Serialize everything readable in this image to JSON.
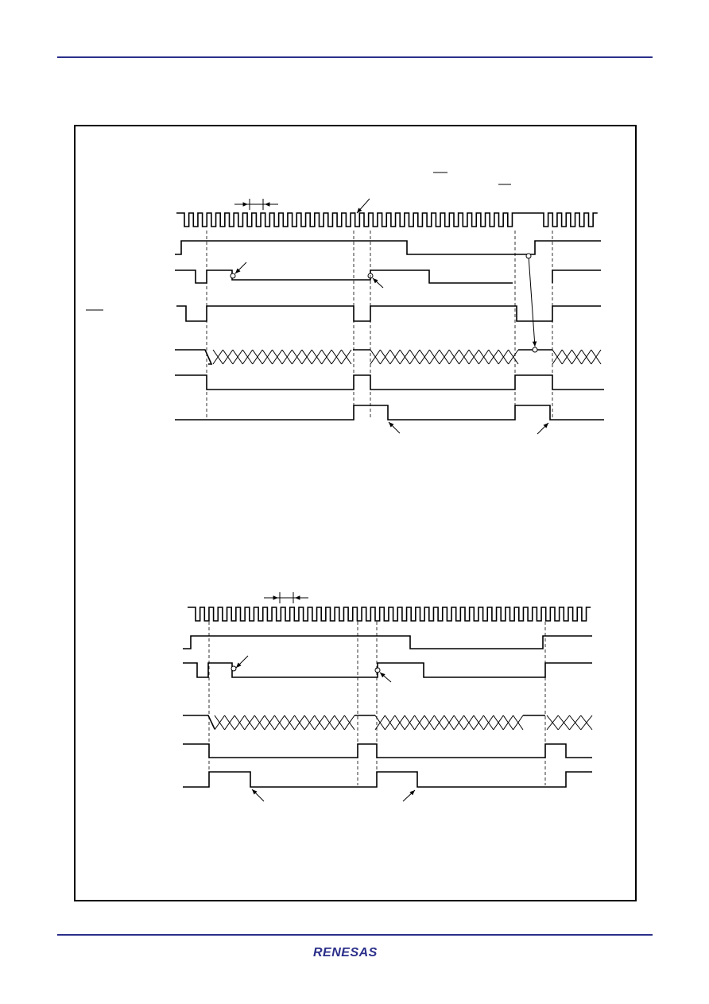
{
  "header": {
    "rule_color": "#2b2f8a"
  },
  "footer": {
    "rule_color": "#2b2f8a",
    "logo_text": "RENESAS"
  },
  "figure": {
    "frame_color": "#000000",
    "diagrams": [
      {
        "name": "upper-timing-diagram",
        "signals": [
          "clock",
          "line-1",
          "line-2",
          "line-3-overbar",
          "data-bus",
          "line-5",
          "line-6"
        ]
      },
      {
        "name": "lower-timing-diagram",
        "signals": [
          "clock",
          "line-1",
          "line-2",
          "data-bus",
          "line-4",
          "line-5"
        ]
      }
    ]
  }
}
